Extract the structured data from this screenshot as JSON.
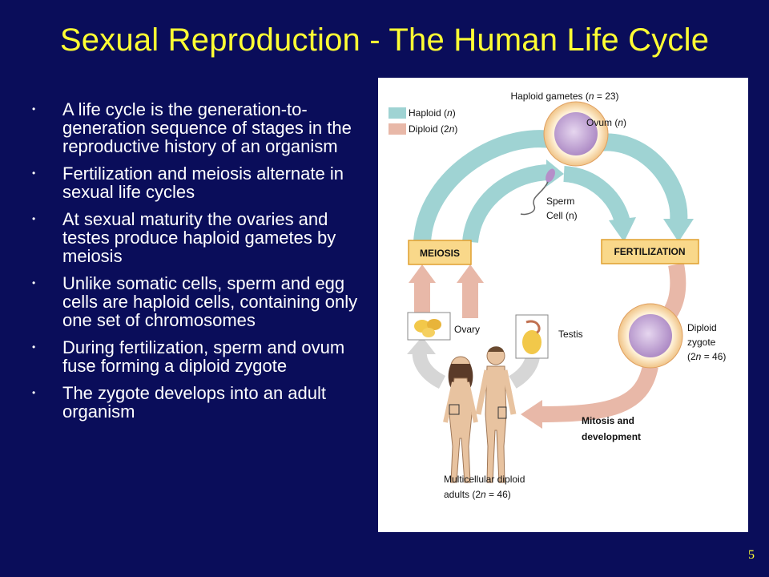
{
  "slide": {
    "title": "Sexual Reproduction - The Human Life Cycle",
    "bullets": [
      "A life cycle is the generation-to-generation sequence of stages in the reproductive history of an organism",
      "Fertilization and meiosis alternate in sexual life cycles",
      "At sexual maturity the ovaries and testes produce haploid gametes by meiosis",
      "Unlike somatic cells, sperm and egg cells are haploid cells, containing only one set of chromosomes",
      "During fertilization, sperm and ovum fuse forming a diploid zygote",
      "The zygote develops into an adult organism"
    ],
    "page_number": "5"
  },
  "figure": {
    "legend": {
      "haploid": {
        "label": "Haploid (",
        "italic": "n",
        "close": ")",
        "color": "#9fd3d3"
      },
      "diploid": {
        "label": "Diploid (2",
        "italic": "n",
        "close": ")",
        "color": "#e8b8a8"
      }
    },
    "haploid_gametes": {
      "pre": "Haploid gametes (",
      "it": "n",
      "post": " = 23)"
    },
    "ovum": {
      "pre": "Ovum (",
      "it": "n",
      "post": ")"
    },
    "sperm": {
      "line1": "Sperm",
      "line2": "Cell (n)"
    },
    "meiosis": "MEIOSIS",
    "fertilization": "FERTILIZATION",
    "ovary": "Ovary",
    "testis": "Testis",
    "zygote": {
      "line1": "Diploid",
      "line2": "zygote",
      "line3_pre": "(2",
      "line3_it": "n",
      "line3_post": " = 46)"
    },
    "mitosis": {
      "line1": "Mitosis and",
      "line2": "development"
    },
    "adults": {
      "line1": "Multicellular diploid",
      "line2_pre": "adults (2",
      "line2_it": "n",
      "line2_post": " = 46)"
    },
    "colors": {
      "box_fill": "#f9d88a",
      "box_stroke": "#e0a030",
      "cell": "#c9a8d8",
      "cell_ring": "#f3c890"
    }
  }
}
